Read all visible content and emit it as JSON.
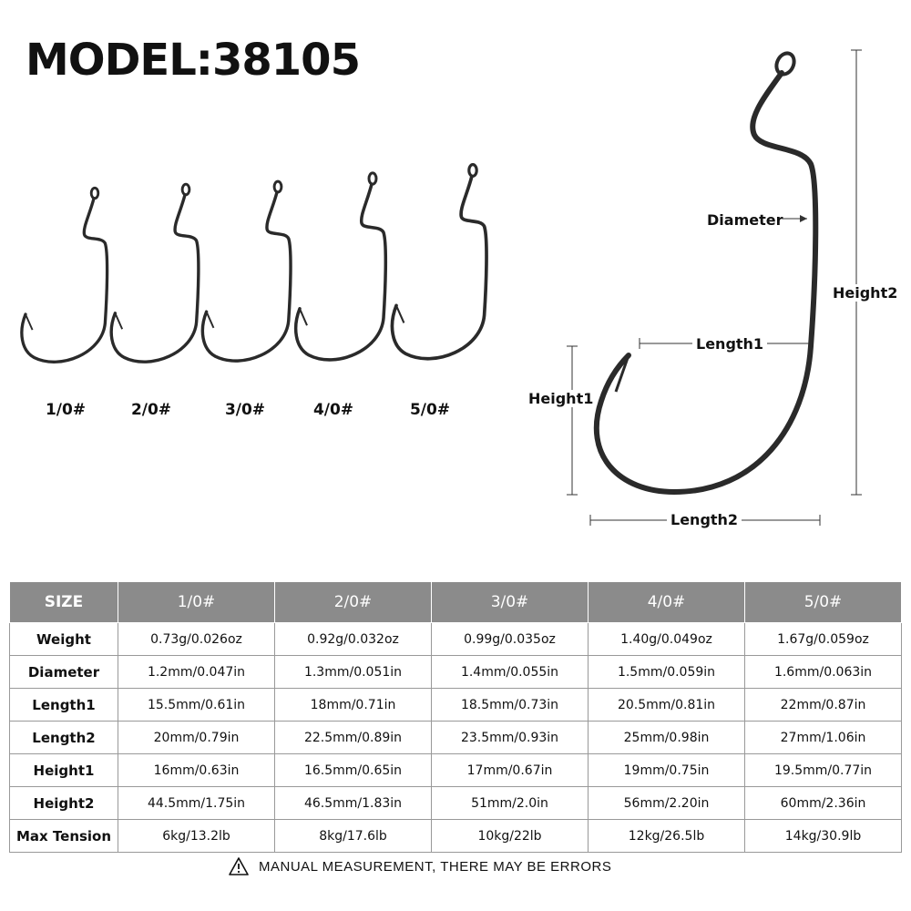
{
  "title": "MODEL:38105",
  "sizes": [
    "1/0#",
    "2/0#",
    "3/0#",
    "4/0#",
    "5/0#"
  ],
  "diagram": {
    "diameter": "Diameter",
    "height2": "Height2",
    "length1": "Length1",
    "height1": "Height1",
    "length2": "Length2"
  },
  "table": {
    "headers": [
      "SIZE",
      "1/0#",
      "2/0#",
      "3/0#",
      "4/0#",
      "5/0#"
    ],
    "rows": [
      {
        "label": "Weight",
        "cells": [
          "0.73g/0.026oz",
          "0.92g/0.032oz",
          "0.99g/0.035oz",
          "1.40g/0.049oz",
          "1.67g/0.059oz"
        ]
      },
      {
        "label": "Diameter",
        "cells": [
          "1.2mm/0.047in",
          "1.3mm/0.051in",
          "1.4mm/0.055in",
          "1.5mm/0.059in",
          "1.6mm/0.063in"
        ]
      },
      {
        "label": "Length1",
        "cells": [
          "15.5mm/0.61in",
          "18mm/0.71in",
          "18.5mm/0.73in",
          "20.5mm/0.81in",
          "22mm/0.87in"
        ]
      },
      {
        "label": "Length2",
        "cells": [
          "20mm/0.79in",
          "22.5mm/0.89in",
          "23.5mm/0.93in",
          "25mm/0.98in",
          "27mm/1.06in"
        ]
      },
      {
        "label": "Height1",
        "cells": [
          "16mm/0.63in",
          "16.5mm/0.65in",
          "17mm/0.67in",
          "19mm/0.75in",
          "19.5mm/0.77in"
        ]
      },
      {
        "label": "Height2",
        "cells": [
          "44.5mm/1.75in",
          "46.5mm/1.83in",
          "51mm/2.0in",
          "56mm/2.20in",
          "60mm/2.36in"
        ]
      },
      {
        "label": "Max Tension",
        "cells": [
          "6kg/13.2lb",
          "8kg/17.6lb",
          "10kg/22lb",
          "12kg/26.5lb",
          "14kg/30.9lb"
        ]
      }
    ]
  },
  "note": "MANUAL MEASUREMENT, THERE MAY BE ERRORS",
  "colors": {
    "header_bg": "#8b8b8b",
    "hook": "#2a2a2a"
  }
}
